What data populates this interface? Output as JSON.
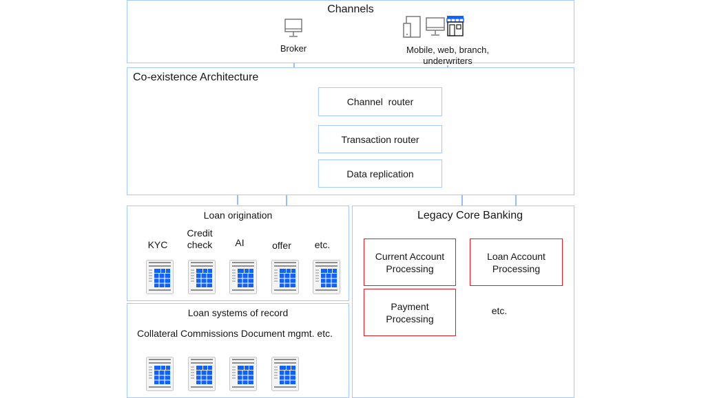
{
  "channels": {
    "title": "Channels",
    "broker_label": "Broker",
    "digital_label": "Mobile, web, branch,\nunderwriters",
    "icons": [
      "monitor-icon",
      "devices-icon",
      "monitor-icon",
      "storefront-icon"
    ]
  },
  "coexistence": {
    "title": "Co-existence Architecture",
    "channel_router": "Channel  router",
    "transaction_router": "Transaction router",
    "data_replication": "Data replication"
  },
  "loan_origination": {
    "title": "Loan origination",
    "items": [
      "KYC",
      "Credit\ncheck",
      "AI",
      "offer",
      "etc."
    ]
  },
  "loan_systems": {
    "title": "Loan systems of record",
    "items": "Collateral Commissions Document mgmt. etc."
  },
  "legacy": {
    "title": "Legacy Core Banking",
    "current_account": "Current Account\nProcessing",
    "loan_account": "Loan Account\nProcessing",
    "payment": "Payment\nProcessing",
    "etc": "etc."
  },
  "colors": {
    "box_border": "#a6c8ff",
    "arrow": "#5b9bf6",
    "legacy_border": "#da1e28",
    "tile_blue": "#0f62fe"
  }
}
